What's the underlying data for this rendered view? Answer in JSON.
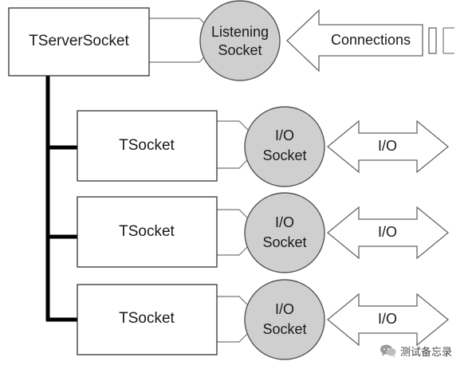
{
  "server": {
    "label": "TServerSocket"
  },
  "listening_socket": {
    "line1": "Listening",
    "line2": "Socket"
  },
  "connections_arrow": {
    "label": "Connections"
  },
  "rows": [
    {
      "tsocket_label": "TSocket",
      "io_socket_line1": "I/O",
      "io_socket_line2": "Socket",
      "io_arrow_label": "I/O"
    },
    {
      "tsocket_label": "TSocket",
      "io_socket_line1": "I/O",
      "io_socket_line2": "Socket",
      "io_arrow_label": "I/O"
    },
    {
      "tsocket_label": "TSocket",
      "io_socket_line1": "I/O",
      "io_socket_line2": "Socket",
      "io_arrow_label": "I/O"
    }
  ],
  "watermark": {
    "icon": "wechat-icon",
    "text": "测试备忘录"
  },
  "colors": {
    "socket_fill": "#cfcfcf",
    "tree_line": "#000000",
    "box_stroke": "#333333"
  }
}
